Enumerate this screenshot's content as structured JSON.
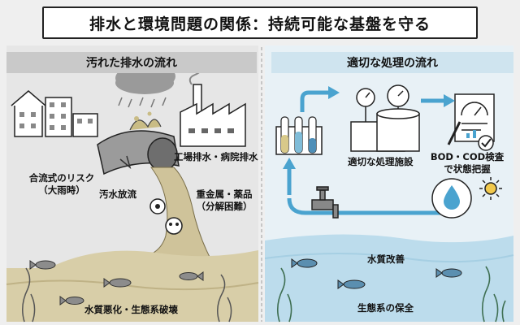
{
  "title": "排水と環境問題の関係：持続可能な基盤を守る",
  "left_panel": {
    "header": "汚れた排水の流れ",
    "labels": {
      "factory": "工場排水・病院排水",
      "combined_line1": "合流式のリスク",
      "combined_line2": "（大雨時）",
      "sewage": "汚水放流",
      "metals_line1": "重金属・薬品",
      "metals_line2": "（分解困難）",
      "degradation": "水質悪化・生態系破壊"
    }
  },
  "right_panel": {
    "header": "適切な処理の流れ",
    "labels": {
      "facility": "適切な処理施設",
      "bod_line1": "BOD・COD検査",
      "bod_line2": "で状態把握",
      "improve": "水質改善",
      "conserve": "生態系の保全"
    }
  },
  "colors": {
    "panel_left": "#e6e6e6",
    "panel_right": "#e8f1f6",
    "sludge": "#cfc39a",
    "clean_water": "#bcdcec",
    "arrow_blue": "#4aa3cf",
    "ink": "#222222"
  }
}
